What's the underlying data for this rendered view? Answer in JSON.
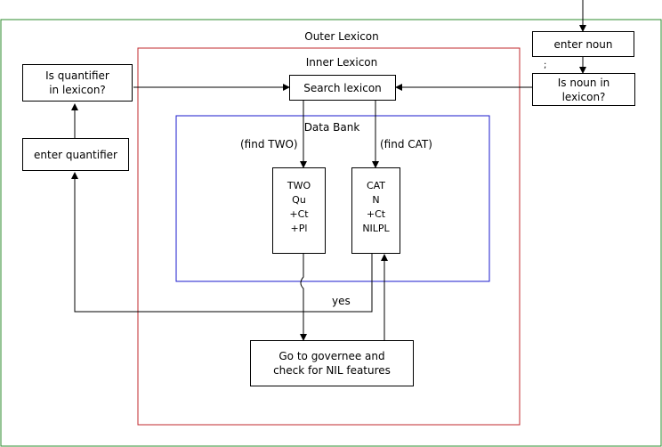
{
  "colors": {
    "outer_border": "#2e8b2e",
    "inner_border": "#c0282d",
    "databank_border": "#1a1acc",
    "line": "#000000"
  },
  "regions": {
    "outer": "Outer Lexicon",
    "inner": "Inner Lexicon",
    "databank": "Data Bank"
  },
  "boxes": {
    "enter_noun": "enter noun",
    "is_noun": "Is noun in\nlexicon?",
    "search": "Search lexicon",
    "is_quantifier": "Is quantifier\nin lexicon?",
    "enter_quantifier": "enter quantifier",
    "governee": "Go to governee and\ncheck for NIL features"
  },
  "entries": {
    "two": [
      "TWO",
      "Qu",
      "+Ct",
      "+Pl"
    ],
    "cat": [
      "CAT",
      "N",
      "+Ct",
      "NILPL"
    ]
  },
  "edge_labels": {
    "find_two": "(find TWO)",
    "find_cat": "(find CAT)",
    "yes": "yes"
  },
  "stray_mark": ";"
}
